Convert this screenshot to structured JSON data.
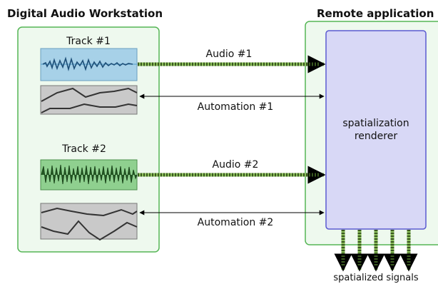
{
  "daw": {
    "title": "Digital Audio Workstation",
    "tracks": [
      {
        "label": "Track #1",
        "waveform_color": "#4f9bc7",
        "waveform_bg": "#a7d1e8"
      },
      {
        "label": "Track #2",
        "waveform_color": "#2e6b2e",
        "waveform_bg": "#8fd08f"
      }
    ]
  },
  "remote": {
    "title": "Remote application",
    "renderer_line1": "spatialization",
    "renderer_line2": "renderer",
    "output_label": "spatialized signals"
  },
  "connections": {
    "audio1": "Audio #1",
    "automation1": "Automation #1",
    "audio2": "Audio #2",
    "automation2": "Automation #2"
  },
  "colors": {
    "panel_border": "#55b655",
    "panel_fill": "#eef9ee",
    "renderer_fill": "#d8d8f6",
    "renderer_border": "#5a5ad0",
    "audio_line": "#8bbf5a",
    "audio_dash": "#3a5a20"
  }
}
